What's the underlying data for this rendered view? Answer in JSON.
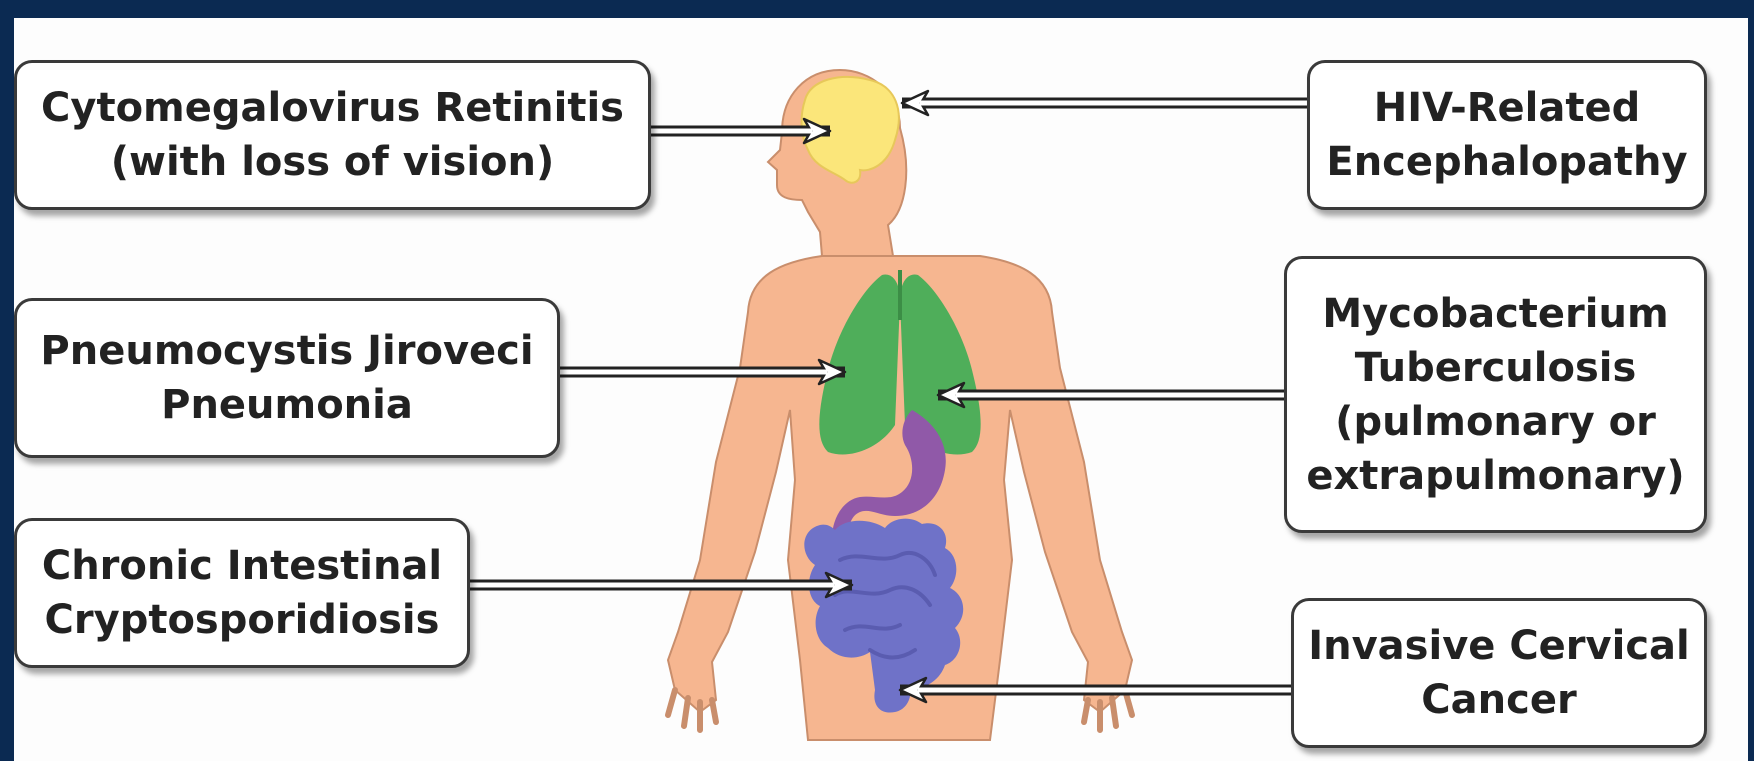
{
  "labels": {
    "cmv": {
      "line1": "Cytomegalovirus Retinitis",
      "line2": "(with loss of vision)"
    },
    "hiv": {
      "line1": "HIV-Related",
      "line2": "Encephalopathy"
    },
    "pcp": {
      "line1": "Pneumocystis Jiroveci",
      "line2": "Pneumonia"
    },
    "tb": {
      "line1": "Mycobacterium",
      "line2": "Tuberculosis",
      "line3": "(pulmonary or",
      "line4": "extrapulmonary)"
    },
    "crypto": {
      "line1": "Chronic Intestinal",
      "line2": "Cryptosporidiosis"
    },
    "cervical": {
      "line1": "Invasive Cervical",
      "line2": "Cancer"
    }
  },
  "colors": {
    "background": "#0b2a52",
    "skin": "#f6b690",
    "brain": "#fbe67a",
    "lungs": "#4fae5a",
    "stomach": "#9059a8",
    "intestines": "#6f72c8"
  }
}
